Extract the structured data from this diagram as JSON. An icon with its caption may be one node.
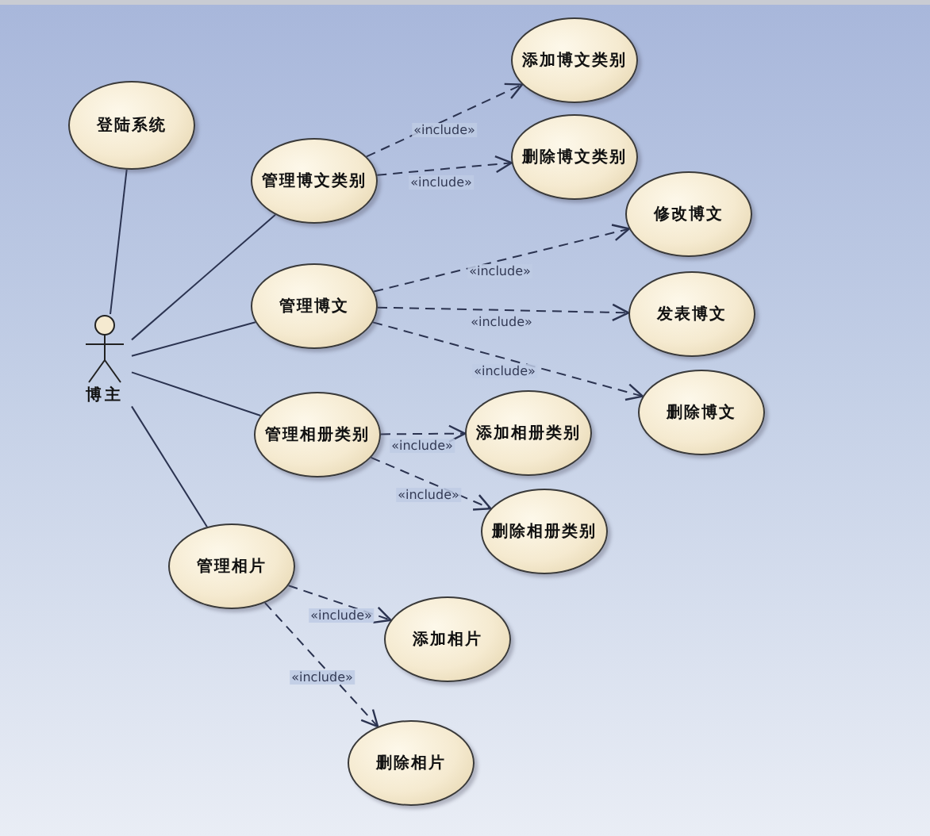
{
  "diagram": {
    "nodes": [
      {
        "text": [
          "登陆系统"
        ]
      },
      {
        "text": [
          "博主"
        ]
      },
      {
        "text": [
          "管理博文类别"
        ]
      },
      {
        "text": [
          "添加博文类别"
        ]
      },
      {
        "text": [
          "删除博文类别"
        ]
      },
      {
        "text": [
          "管理博文"
        ]
      },
      {
        "text": [
          "修改博文"
        ]
      },
      {
        "text": [
          "发表博文"
        ]
      },
      {
        "text": [
          "删除博文"
        ]
      },
      {
        "text": [
          "管理相册类别"
        ]
      },
      {
        "text": [
          "添加相册类别"
        ]
      },
      {
        "text": [
          "删除相册类别"
        ]
      },
      {
        "text": [
          "管理相片"
        ]
      },
      {
        "text": [
          "添加相片"
        ]
      },
      {
        "text": [
          "删除相片"
        ]
      }
    ],
    "edges": [
      {
        "from": 1,
        "to": 0,
        "arrow": "none"
      },
      {
        "from": 1,
        "to": 2,
        "arrow": "none"
      },
      {
        "from": 1,
        "to": 5,
        "arrow": "none"
      },
      {
        "from": 1,
        "to": 9,
        "arrow": "none"
      },
      {
        "from": 1,
        "to": 12,
        "arrow": "none"
      },
      {
        "from": 2,
        "to": 3,
        "arrow": "to",
        "label": "«include»",
        "style": "dashed"
      },
      {
        "from": 2,
        "to": 4,
        "arrow": "to",
        "label": "«include»",
        "style": "dashed"
      },
      {
        "from": 5,
        "to": 6,
        "arrow": "to",
        "label": "«include»",
        "style": "dashed"
      },
      {
        "from": 5,
        "to": 7,
        "arrow": "to",
        "label": "«include»",
        "style": "dashed"
      },
      {
        "from": 5,
        "to": 8,
        "arrow": "to",
        "label": "«include»",
        "style": "dashed"
      },
      {
        "from": 9,
        "to": 10,
        "arrow": "to",
        "label": "«include»",
        "style": "dashed"
      },
      {
        "from": 9,
        "to": 11,
        "arrow": "to",
        "label": "«include»",
        "style": "dashed"
      },
      {
        "from": 12,
        "to": 13,
        "arrow": "to",
        "label": "«include»",
        "style": "dashed"
      },
      {
        "from": 12,
        "to": 14,
        "arrow": "to",
        "label": "«include»",
        "style": "dashed"
      }
    ]
  }
}
